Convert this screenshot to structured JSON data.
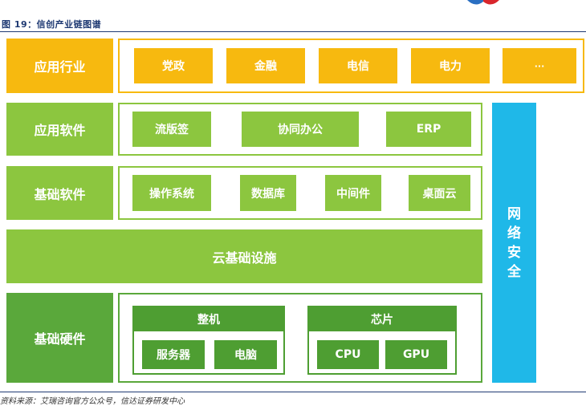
{
  "caption": "图 19：信创产业链图谱",
  "source": "资料来源：艾瑞咨询官方公众号，信达证券研发中心",
  "rows": {
    "application_industry": {
      "label": "应用行业",
      "items": [
        "党政",
        "金融",
        "电信",
        "电力",
        "···"
      ]
    },
    "application_software": {
      "label": "应用软件",
      "items": [
        "流版签",
        "协同办公",
        "ERP"
      ]
    },
    "base_software": {
      "label": "基础软件",
      "items": [
        "操作系统",
        "数据库",
        "中间件",
        "桌面云"
      ]
    },
    "cloud": {
      "label": "云基础设施"
    },
    "hardware": {
      "label": "基础硬件",
      "groups": [
        {
          "title": "整机",
          "items": [
            "服务器",
            "电脑"
          ]
        },
        {
          "title": "芯片",
          "items": [
            "CPU",
            "GPU"
          ]
        }
      ]
    }
  },
  "security": {
    "label": "网络安全"
  },
  "colors": {
    "yellow": "#f7b90f",
    "light_green": "#8cc63f",
    "dark_green": "#4e9e32",
    "cyan": "#1fb8e8",
    "rule": "#1f3a73"
  }
}
